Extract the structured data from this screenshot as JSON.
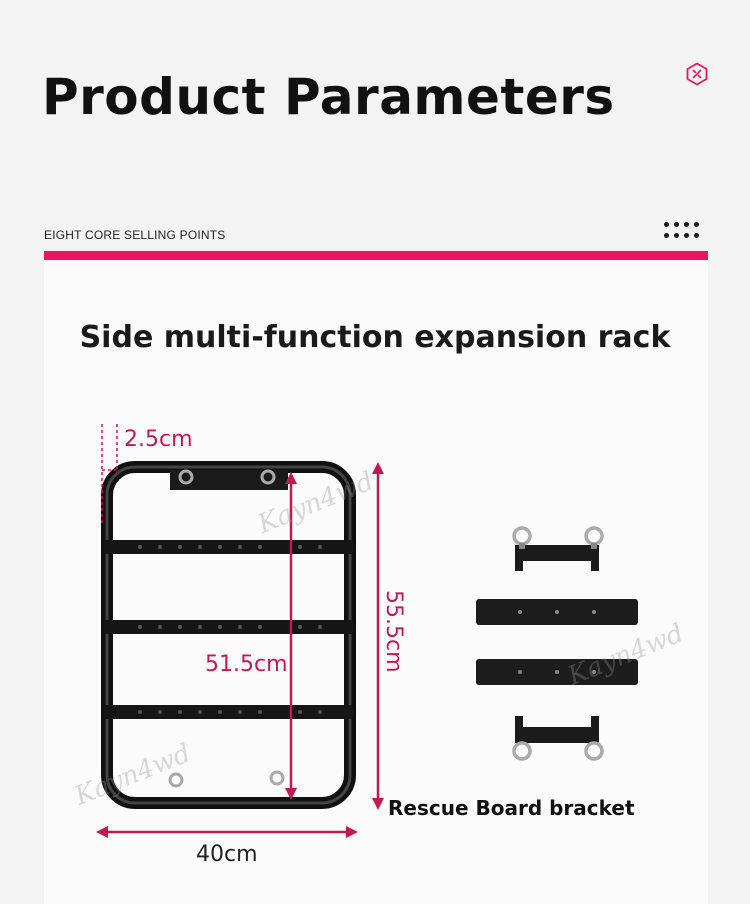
{
  "header": {
    "title": "Product Parameters",
    "subtitle": "EIGHT CORE SELLING POINTS",
    "accent_color": "#e6175f"
  },
  "section": {
    "heading": "Side multi-function expansion rack"
  },
  "dimensions": {
    "tube_width": "2.5cm",
    "inner_height": "51.5cm",
    "total_height": "55.5cm",
    "total_width": "40cm",
    "label_color": "#c01a55"
  },
  "bracket": {
    "caption": "Rescue Board bracket"
  },
  "watermark": {
    "text": "Kayn4wd"
  },
  "icons": {
    "badge": "tools-badge-icon",
    "dots": "dot-grid-icon"
  }
}
